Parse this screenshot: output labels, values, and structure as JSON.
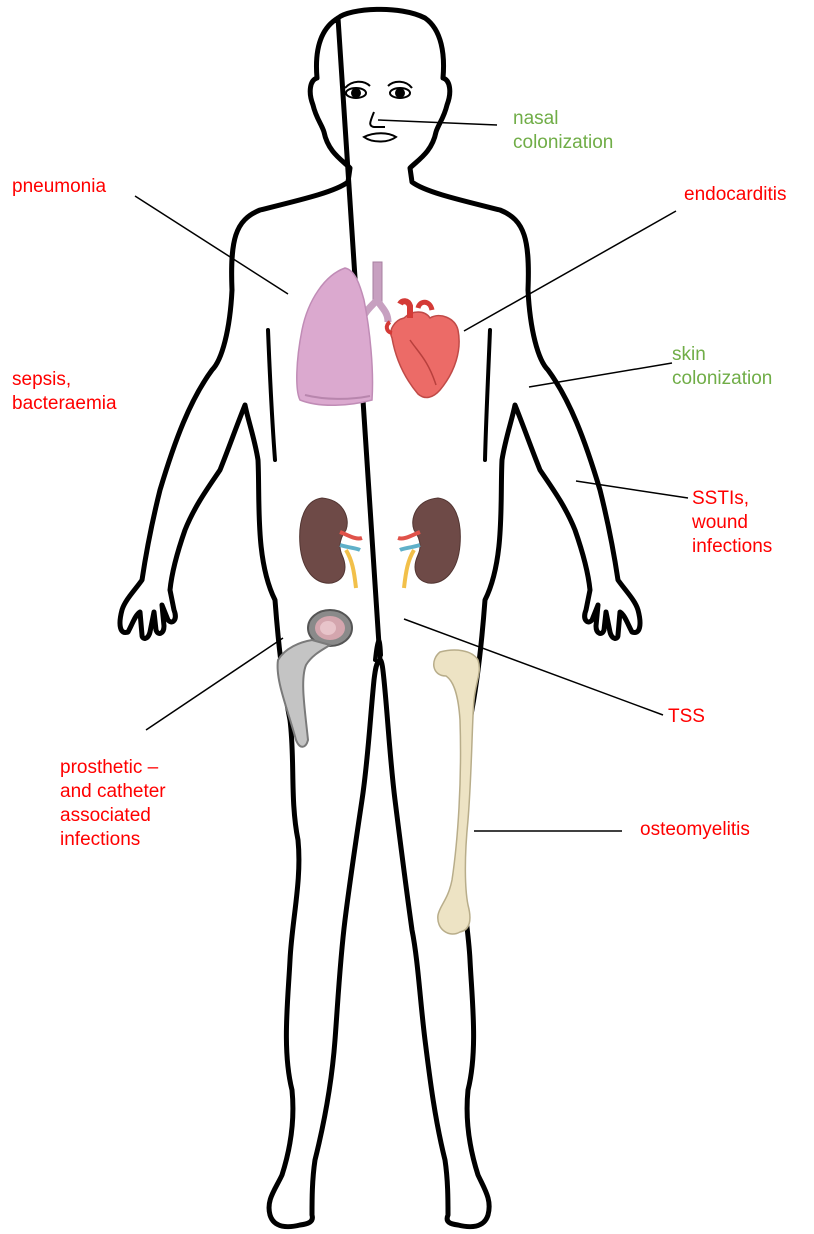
{
  "colors": {
    "infection": "#ff0000",
    "colonization": "#70ad47",
    "outline": "#000000",
    "lung": "#d9a5c9",
    "heart": "#e8605c",
    "kidney": "#6e4a47",
    "bone": "#ede3c4",
    "prosthesis": "#bdbdbd"
  },
  "labels": {
    "nasal": [
      "nasal",
      "colonization"
    ],
    "pneumonia": [
      "pneumonia"
    ],
    "endocarditis": [
      "endocarditis"
    ],
    "skin": [
      "skin",
      "colonization"
    ],
    "sepsis": [
      "sepsis,",
      "bacteraemia"
    ],
    "sstis": [
      "SSTIs,",
      "wound",
      "infections"
    ],
    "tss": [
      "TSS"
    ],
    "prosthetic": [
      "prosthetic –",
      "and catheter",
      "associated",
      "infections"
    ],
    "osteomyelitis": [
      "osteomyelitis"
    ]
  },
  "icons": {
    "body": "human-body-outline-icon",
    "lungs": "lungs-icon",
    "heart": "heart-icon",
    "kidneys": "kidneys-icon",
    "hip_prosthesis": "hip-prosthesis-icon",
    "femur": "femur-bone-icon"
  }
}
